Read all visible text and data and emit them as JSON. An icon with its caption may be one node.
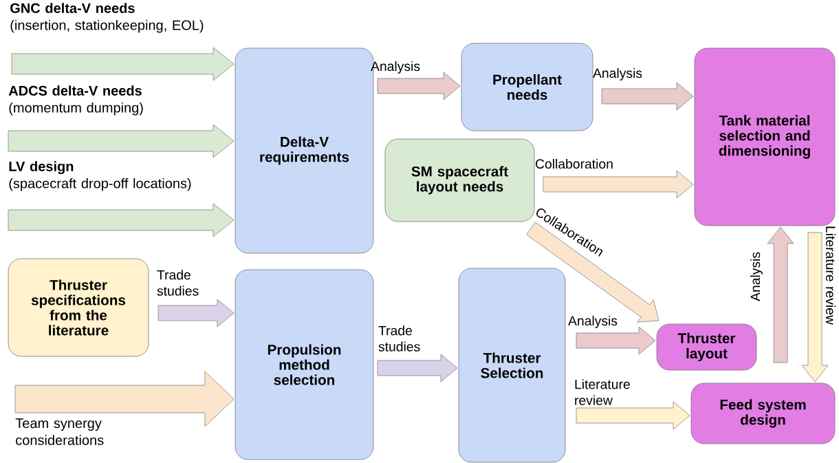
{
  "diagram": {
    "nodes": [
      {
        "text": [
          "GNC delta-V needs",
          "(insertion, stationkeeping, EOL)"
        ]
      },
      {
        "text": [
          "ADCS delta-V needs",
          "(momentum dumping)"
        ]
      },
      {
        "text": [
          "LV design",
          "(spacecraft drop-off locations)"
        ]
      },
      {
        "text": [
          "Delta-V requirements"
        ]
      },
      {
        "text": [
          "Thruster specifications from the literature"
        ]
      },
      {
        "text": [
          "Team synergy considerations"
        ]
      },
      {
        "text": [
          "Propulsion method selection"
        ]
      },
      {
        "text": [
          "Propellant needs"
        ]
      },
      {
        "text": [
          "SM spacecraft layout needs"
        ]
      },
      {
        "text": [
          "Tank material selection and dimensioning"
        ]
      },
      {
        "text": [
          "Thruster Selection"
        ]
      },
      {
        "text": [
          "Thruster layout"
        ]
      },
      {
        "text": [
          "Feed system design"
        ]
      }
    ],
    "edges": [
      {
        "from": 0,
        "to": 3,
        "arrow": "to",
        "color": "#d9ead3"
      },
      {
        "from": 1,
        "to": 3,
        "arrow": "to",
        "color": "#d9ead3"
      },
      {
        "from": 2,
        "to": 3,
        "arrow": "to",
        "color": "#d9ead3"
      },
      {
        "from": 5,
        "to": 6,
        "arrow": "to",
        "color": "#fce5cd"
      },
      {
        "from": 4,
        "to": 6,
        "arrow": "to",
        "label": "Trade studies",
        "color": "#d9d2e9"
      },
      {
        "from": 3,
        "to": 7,
        "arrow": "to",
        "label": "Analysis",
        "color": "#eacaca"
      },
      {
        "from": 7,
        "to": 9,
        "arrow": "to",
        "label": "Analysis",
        "color": "#eacaca"
      },
      {
        "from": 8,
        "to": 9,
        "arrow": "to",
        "label": "Collaboration",
        "color": "#fce5cd"
      },
      {
        "from": 8,
        "to": 11,
        "arrow": "to",
        "label": "Collaboration",
        "color": "#fce5cd"
      },
      {
        "from": 6,
        "to": 10,
        "arrow": "to",
        "label": "Trade studies",
        "color": "#d9d2e9"
      },
      {
        "from": 10,
        "to": 11,
        "arrow": "to",
        "label": "Analysis",
        "color": "#eacaca"
      },
      {
        "from": 10,
        "to": 12,
        "arrow": "to",
        "label": "Literature review",
        "color": "#fff2cc"
      },
      {
        "from": 11,
        "to": 9,
        "arrow": "to",
        "label": "Analysis",
        "color": "#eacaca"
      },
      {
        "from": 9,
        "to": 12,
        "arrow": "to",
        "label": "Literature review",
        "color": "#fff2cc"
      }
    ]
  }
}
